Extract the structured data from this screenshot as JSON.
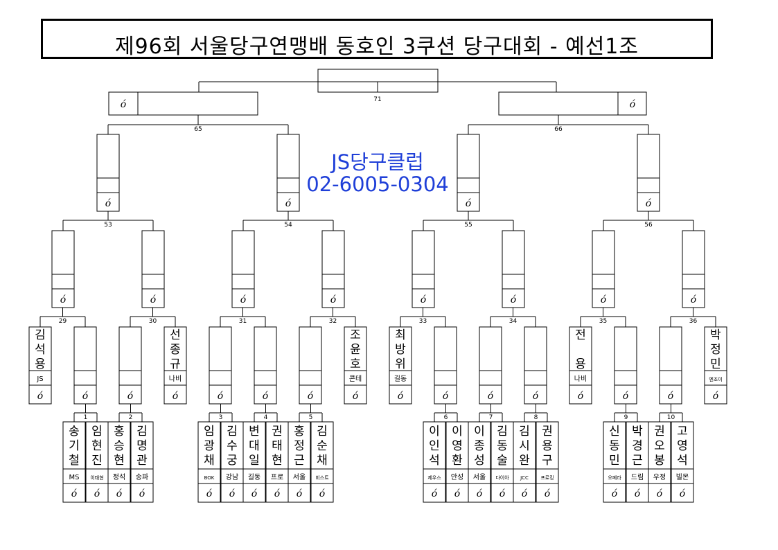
{
  "title": "제96회 서울당구연맹배 동호인 3쿠션 당구대회 - 예선1조",
  "club": {
    "name": "JS당구클럽",
    "phone": "02-6005-0304"
  },
  "icons": {
    "entry": "teardrop-icon"
  },
  "matches": {
    "m1": "1",
    "m2": "2",
    "m3": "3",
    "m4": "4",
    "m5": "5",
    "m6": "6",
    "m7": "7",
    "m8": "8",
    "m9": "9",
    "m10": "10",
    "m29": "29",
    "m30": "30",
    "m31": "31",
    "m32": "32",
    "m33": "33",
    "m34": "34",
    "m35": "35",
    "m36": "36",
    "m53": "53",
    "m54": "54",
    "m55": "55",
    "m56": "56",
    "m65": "65",
    "m66": "66",
    "m71": "71"
  },
  "players": [
    {
      "name": "송기철",
      "club": "MS"
    },
    {
      "name": "임현진",
      "club": "이태현"
    },
    {
      "name": "홍승현",
      "club": "정석"
    },
    {
      "name": "김명관",
      "club": "송파"
    },
    {
      "name": "임광채",
      "club": "BOK"
    },
    {
      "name": "김수궁",
      "club": "강남"
    },
    {
      "name": "변대일",
      "club": "길동"
    },
    {
      "name": "권태현",
      "club": "프로"
    },
    {
      "name": "홍정근",
      "club": "서울"
    },
    {
      "name": "김순채",
      "club": "비스트"
    },
    {
      "name": "이인석",
      "club": "제우스"
    },
    {
      "name": "이영환",
      "club": "안성"
    },
    {
      "name": "이종성",
      "club": "서울"
    },
    {
      "name": "김동술",
      "club": "다이아"
    },
    {
      "name": "김시완",
      "club": "JCC"
    },
    {
      "name": "권용구",
      "club": "프로킹"
    },
    {
      "name": "신동민",
      "club": "오페라"
    },
    {
      "name": "박경근",
      "club": "드림"
    },
    {
      "name": "권오봉",
      "club": "우정"
    },
    {
      "name": "고영석",
      "club": "빌몬"
    }
  ],
  "byes": [
    {
      "name": "김석용",
      "club": "JS"
    },
    {
      "name": "선종규",
      "club": "나비"
    },
    {
      "name": "조윤호",
      "club": "콘테"
    },
    {
      "name": "최방위",
      "club": "길동"
    },
    {
      "name": "전 용",
      "club": "나비"
    },
    {
      "name": "박정민",
      "club": "엔조이"
    }
  ]
}
